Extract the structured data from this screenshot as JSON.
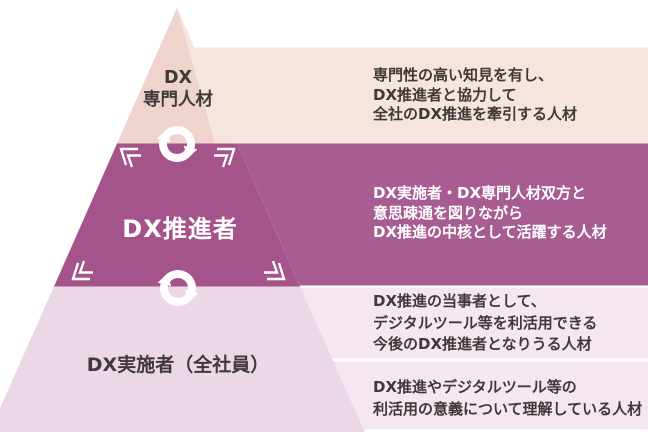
{
  "title": "DX人材ピラミッド図",
  "colors": {
    "tier1_shadow": "#efd3cd",
    "tier1_light": "#f6e4de",
    "tier2": "#a4548b",
    "band2": "#a85d92",
    "tier3": "#ebd7e6",
    "band34": "#f4e7f1",
    "text_dark": "#3e3a39",
    "text_white": "#ffffff",
    "icon_white": "#ffffff"
  },
  "pyramid": {
    "tiers": [
      {
        "id": "dx-specialist",
        "label_lines": [
          "DX",
          "専門人材"
        ]
      },
      {
        "id": "dx-promoter",
        "label": "DX推進者"
      },
      {
        "id": "dx-implementer",
        "label": "DX実施者（全社員）"
      }
    ]
  },
  "bands": [
    {
      "id": "specialist-description",
      "lines": [
        "専門性の高い知見を有し、",
        "DX推進者と協力して",
        "全社のDX推進を牽引する人材"
      ]
    },
    {
      "id": "promoter-description",
      "lines": [
        "DX実施者・DX専門人材双方と",
        "意思疎通を図りながら",
        "DX推進の中核として活躍する人材"
      ]
    },
    {
      "id": "implementer-description-upper",
      "lines": [
        "DX推進の当事者として、",
        "デジタルツール等を利活用できる",
        "今後のDX推進者となりうる人材"
      ]
    },
    {
      "id": "implementer-description-lower",
      "lines": [
        "DX推進やデジタルツール等の",
        "利活用の意義について理解している人材"
      ]
    }
  ],
  "icons": {
    "cycle": "sync-arrows",
    "corner": "double-chevron-corner-arrow"
  }
}
